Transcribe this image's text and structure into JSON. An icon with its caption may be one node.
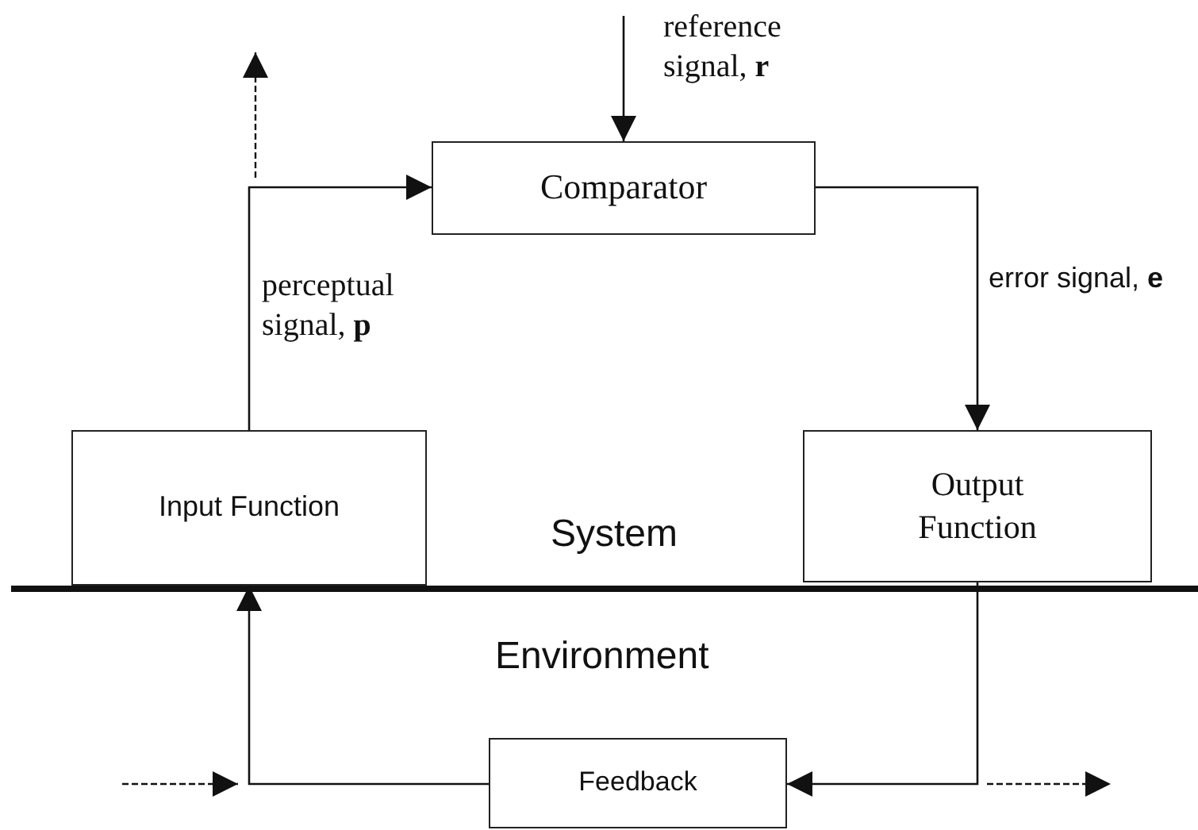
{
  "diagram": {
    "nodes": [
      {
        "text": [
          "Comparator"
        ]
      },
      {
        "text": [
          "Input Function"
        ]
      },
      {
        "text": [
          "Output Function"
        ]
      },
      {
        "text": [
          "Feedback"
        ]
      }
    ],
    "edges": [
      {
        "from": 1,
        "to": 0,
        "arrow": "to",
        "label": "perceptual signal, **p**"
      },
      {
        "from": null,
        "to": 0,
        "arrow": "to",
        "label": "reference signal, **r**"
      },
      {
        "from": 0,
        "to": 2,
        "arrow": "to",
        "label": "error signal, **e**"
      },
      {
        "from": 2,
        "to": 3,
        "arrow": "to"
      },
      {
        "from": 3,
        "to": 1,
        "arrow": "to"
      }
    ],
    "labels": [
      "System",
      "Environment"
    ]
  }
}
